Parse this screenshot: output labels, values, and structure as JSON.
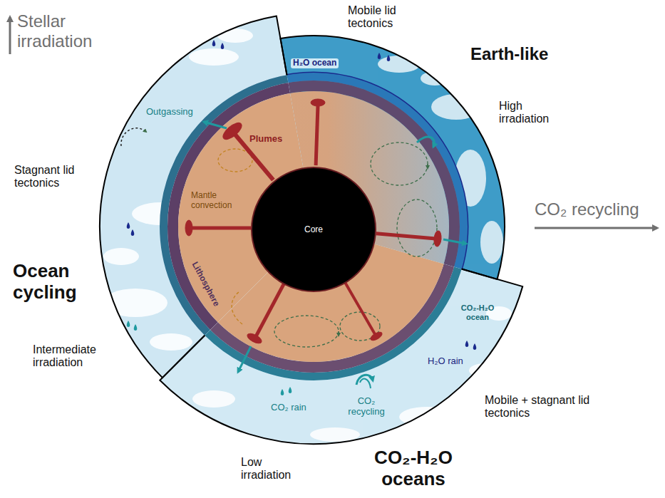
{
  "diagram": {
    "nodes": [
      {
        "text": [
          "Core"
        ]
      }
    ],
    "labels": [
      "Stellar irradiation",
      "Mobile lid tectonics",
      "Earth-like",
      "H₂O ocean",
      "High irradiation",
      "Outgassing",
      "Plumes",
      "Mantle convection",
      "Lithosphere",
      "Stagnant lid tectonics",
      "Ocean cycling",
      "Intermediate irradiation",
      "CO₂-H₂O ocean",
      "H₂O rain",
      "CO₂ recycling",
      "Mobile + stagnant lid tectonics",
      "CO₂ rain",
      "Low irradiation",
      "CO₂-H₂O oceans",
      "CO₂ recycling"
    ]
  }
}
